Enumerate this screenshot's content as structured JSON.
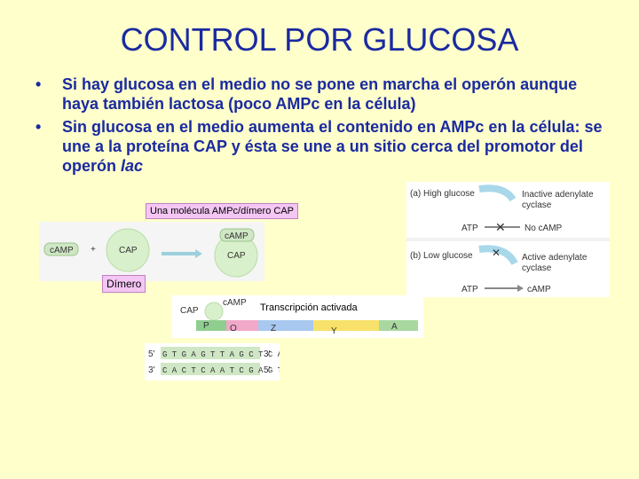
{
  "title": "CONTROL POR GLUCOSA",
  "bullets": [
    {
      "text": "Si hay glucosa en el medio no se pone en marcha el operón aunque haya también lactosa (poco AMPc en la célula)"
    },
    {
      "text_pre": "Sin glucosa en el medio aumenta el contenido en AMPc en la célula: se une a la proteína CAP y ésta se une a un sitio cerca del promotor del operón ",
      "text_em": "lac"
    }
  ],
  "labels": {
    "camp_dimer": "Una molécula AMPc/dímero CAP",
    "dimer": "Dímero",
    "transcription": "Transcripción activada"
  },
  "figure_a": {
    "label": "(a) High glucose",
    "enzyme": "Inactive adenylate cyclase",
    "enzyme_l1": "Inactive adenylate",
    "enzyme_l2": "cyclase",
    "atp": "ATP",
    "result": "No cAMP"
  },
  "figure_b": {
    "label": "(b) Low glucose",
    "enzyme_l1": "Active adenylate",
    "enzyme_l2": "cyclase",
    "atp": "ATP",
    "result": "cAMP"
  },
  "binding_fig": {
    "camp": "cAMP",
    "plus": "+",
    "cap": "CAP",
    "camp2": "cAMP",
    "cap2": "CAP"
  },
  "dna_fig": {
    "cap": "CAP",
    "camp": "cAMP",
    "p": "P",
    "o": "O",
    "z": "Z",
    "y": "Y",
    "a": "A"
  },
  "seq_fig": {
    "row1_5": "5'",
    "row1": "G T G A G T T A G C T C A C",
    "row1_3": "3'",
    "row2_3": "3'",
    "row2": "C A C T C A A T C G A G T G",
    "row2_5": "5'"
  },
  "colors": {
    "title": "#1a2aa0",
    "background": "#ffffcc",
    "label_bg": "#f4c6f4"
  }
}
